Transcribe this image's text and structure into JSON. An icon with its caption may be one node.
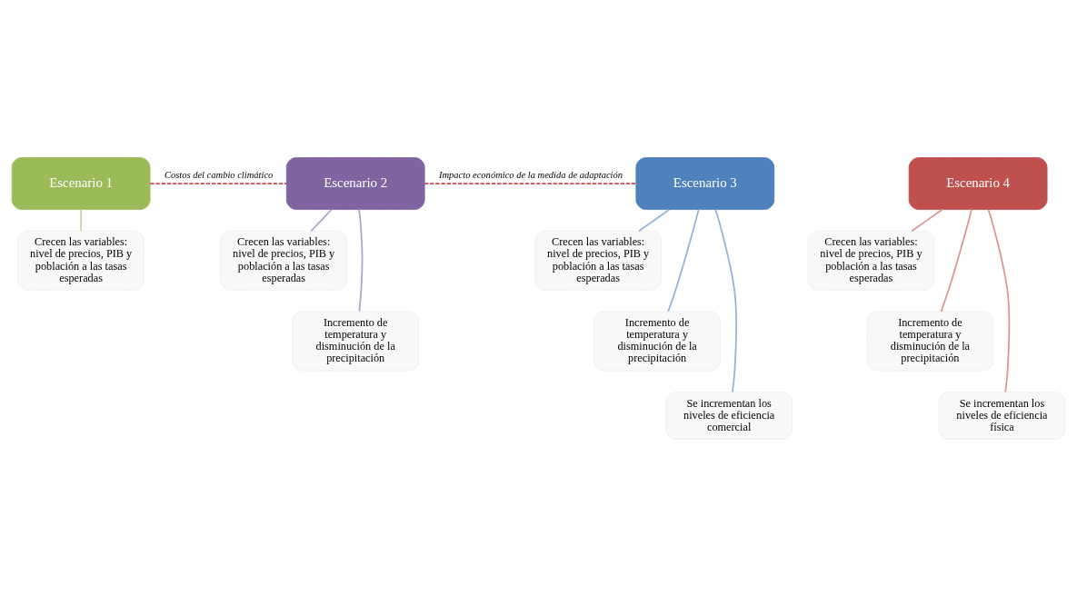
{
  "diagram": {
    "nodes": [
      {
        "text": [
          "Escenario 1"
        ]
      },
      {
        "text": [
          "Crecen las variables: nivel de precios, PIB y población a las tasas esperadas"
        ]
      },
      {
        "text": [
          "Escenario 2"
        ]
      },
      {
        "text": [
          "Crecen las variables: nivel de precios, PIB y población a las tasas esperadas"
        ]
      },
      {
        "text": [
          "Incremento de temperatura y disminución de la precipitación"
        ]
      },
      {
        "text": [
          "Escenario 3"
        ]
      },
      {
        "text": [
          "Crecen las variables: nivel de precios, PIB y población a las tasas esperadas"
        ]
      },
      {
        "text": [
          "Incremento de temperatura y disminución de la precipitación"
        ]
      },
      {
        "text": [
          "Se incrementan los niveles de eficiencia comercial"
        ]
      },
      {
        "text": [
          "Escenario 4"
        ]
      },
      {
        "text": [
          "Crecen las variables: nivel de precios, PIB y población a las tasas esperadas"
        ]
      },
      {
        "text": [
          "Incremento de temperatura y disminución de la precipitación"
        ]
      },
      {
        "text": [
          "Se incrementan los niveles de eficiencia física"
        ]
      }
    ],
    "edges": [
      {
        "from": 0,
        "to": 1,
        "arrow": "none",
        "color": "#c3d69b"
      },
      {
        "from": 2,
        "to": 3,
        "arrow": "none",
        "color": "#b3a2c7"
      },
      {
        "from": 2,
        "to": 4,
        "arrow": "none",
        "color": "#b3a2c7"
      },
      {
        "from": 5,
        "to": 6,
        "arrow": "none",
        "color": "#95b3d7"
      },
      {
        "from": 5,
        "to": 7,
        "arrow": "none",
        "color": "#95b3d7"
      },
      {
        "from": 5,
        "to": 8,
        "arrow": "none",
        "color": "#95b3d7"
      },
      {
        "from": 9,
        "to": 10,
        "arrow": "none",
        "color": "#d99694"
      },
      {
        "from": 9,
        "to": 11,
        "arrow": "none",
        "color": "#d99694"
      },
      {
        "from": 9,
        "to": 12,
        "arrow": "none",
        "color": "#d99694"
      },
      {
        "from": 0,
        "to": 2,
        "arrow": "none",
        "style": "dashed",
        "color": "#c0504d",
        "label": "Costos del cambio climático"
      },
      {
        "from": 2,
        "to": 5,
        "arrow": "none",
        "style": "dashed",
        "color": "#c0504d",
        "label": "Impacto económico de la medida de adaptación"
      }
    ]
  }
}
